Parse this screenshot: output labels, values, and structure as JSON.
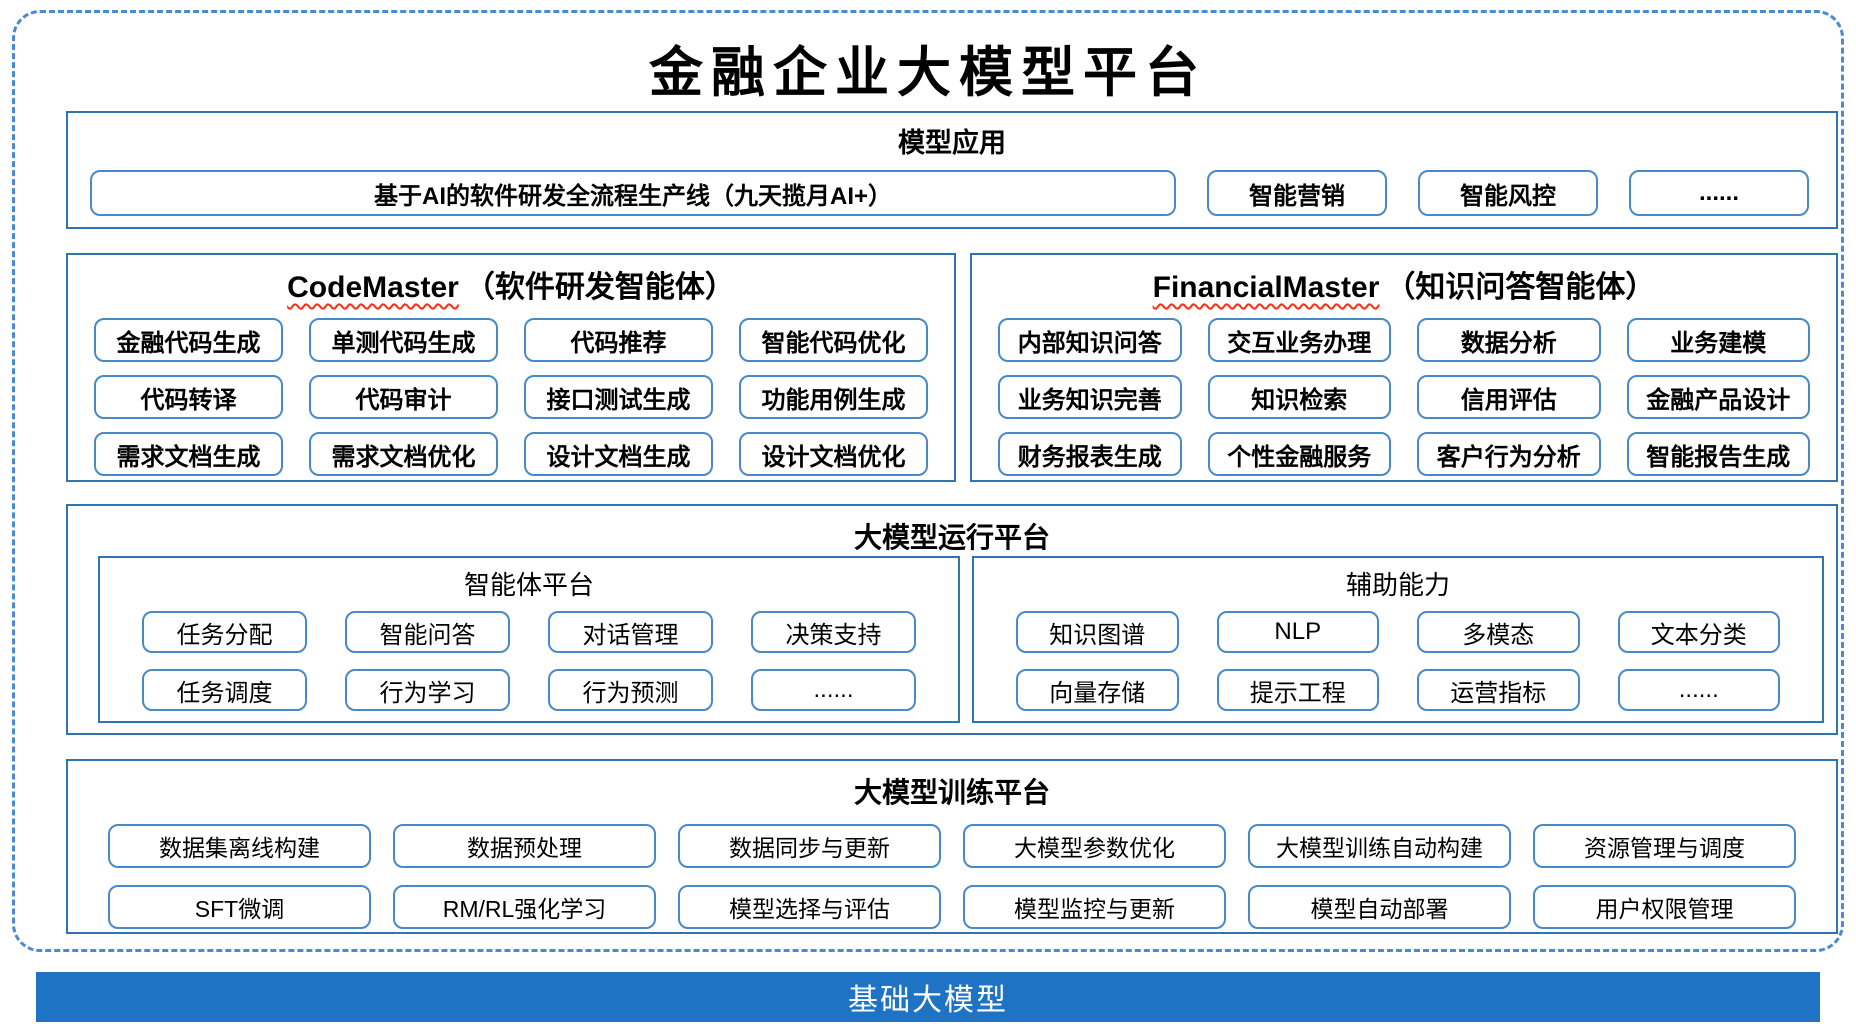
{
  "title": "金融企业大模型平台",
  "model_app": {
    "header": "模型应用",
    "pipeline": "基于AI的软件研发全流程生产线（九天揽月AI+）",
    "items": [
      "智能营销",
      "智能风控",
      "......"
    ]
  },
  "code_master": {
    "title_en": "CodeMaster",
    "title_zh": "（软件研发智能体）",
    "items": [
      "金融代码生成",
      "单测代码生成",
      "代码推荐",
      "智能代码优化",
      "代码转译",
      "代码审计",
      "接口测试生成",
      "功能用例生成",
      "需求文档生成",
      "需求文档优化",
      "设计文档生成",
      "设计文档优化"
    ]
  },
  "financial_master": {
    "title_en": "FinancialMaster",
    "title_zh": "（知识问答智能体）",
    "items": [
      "内部知识问答",
      "交互业务办理",
      "数据分析",
      "业务建模",
      "业务知识完善",
      "知识检索",
      "信用评估",
      "金融产品设计",
      "财务报表生成",
      "个性金融服务",
      "客户行为分析",
      "智能报告生成"
    ]
  },
  "runtime": {
    "header": "大模型运行平台",
    "agent_platform": {
      "header": "智能体平台",
      "items": [
        "任务分配",
        "智能问答",
        "对话管理",
        "决策支持",
        "任务调度",
        "行为学习",
        "行为预测",
        "......"
      ]
    },
    "aux_ability": {
      "header": "辅助能力",
      "items": [
        "知识图谱",
        "NLP",
        "多模态",
        "文本分类",
        "向量存储",
        "提示工程",
        "运营指标",
        "......"
      ]
    }
  },
  "training": {
    "header": "大模型训练平台",
    "items": [
      "数据集离线构建",
      "数据预处理",
      "数据同步与更新",
      "大模型参数优化",
      "大模型训练自动构建",
      "资源管理与调度",
      "SFT微调",
      "RM/RL强化学习",
      "模型选择与评估",
      "模型监控与更新",
      "模型自动部署",
      "用户权限管理"
    ]
  },
  "foundation": {
    "label": "基础大模型"
  },
  "colors": {
    "frame_dashed": "#4a89d4",
    "section_border": "#2e75b6",
    "item_border": "#4a89c8",
    "foundation_bg": "#1e73c5",
    "spellcheck_underline": "#ff2d16"
  }
}
